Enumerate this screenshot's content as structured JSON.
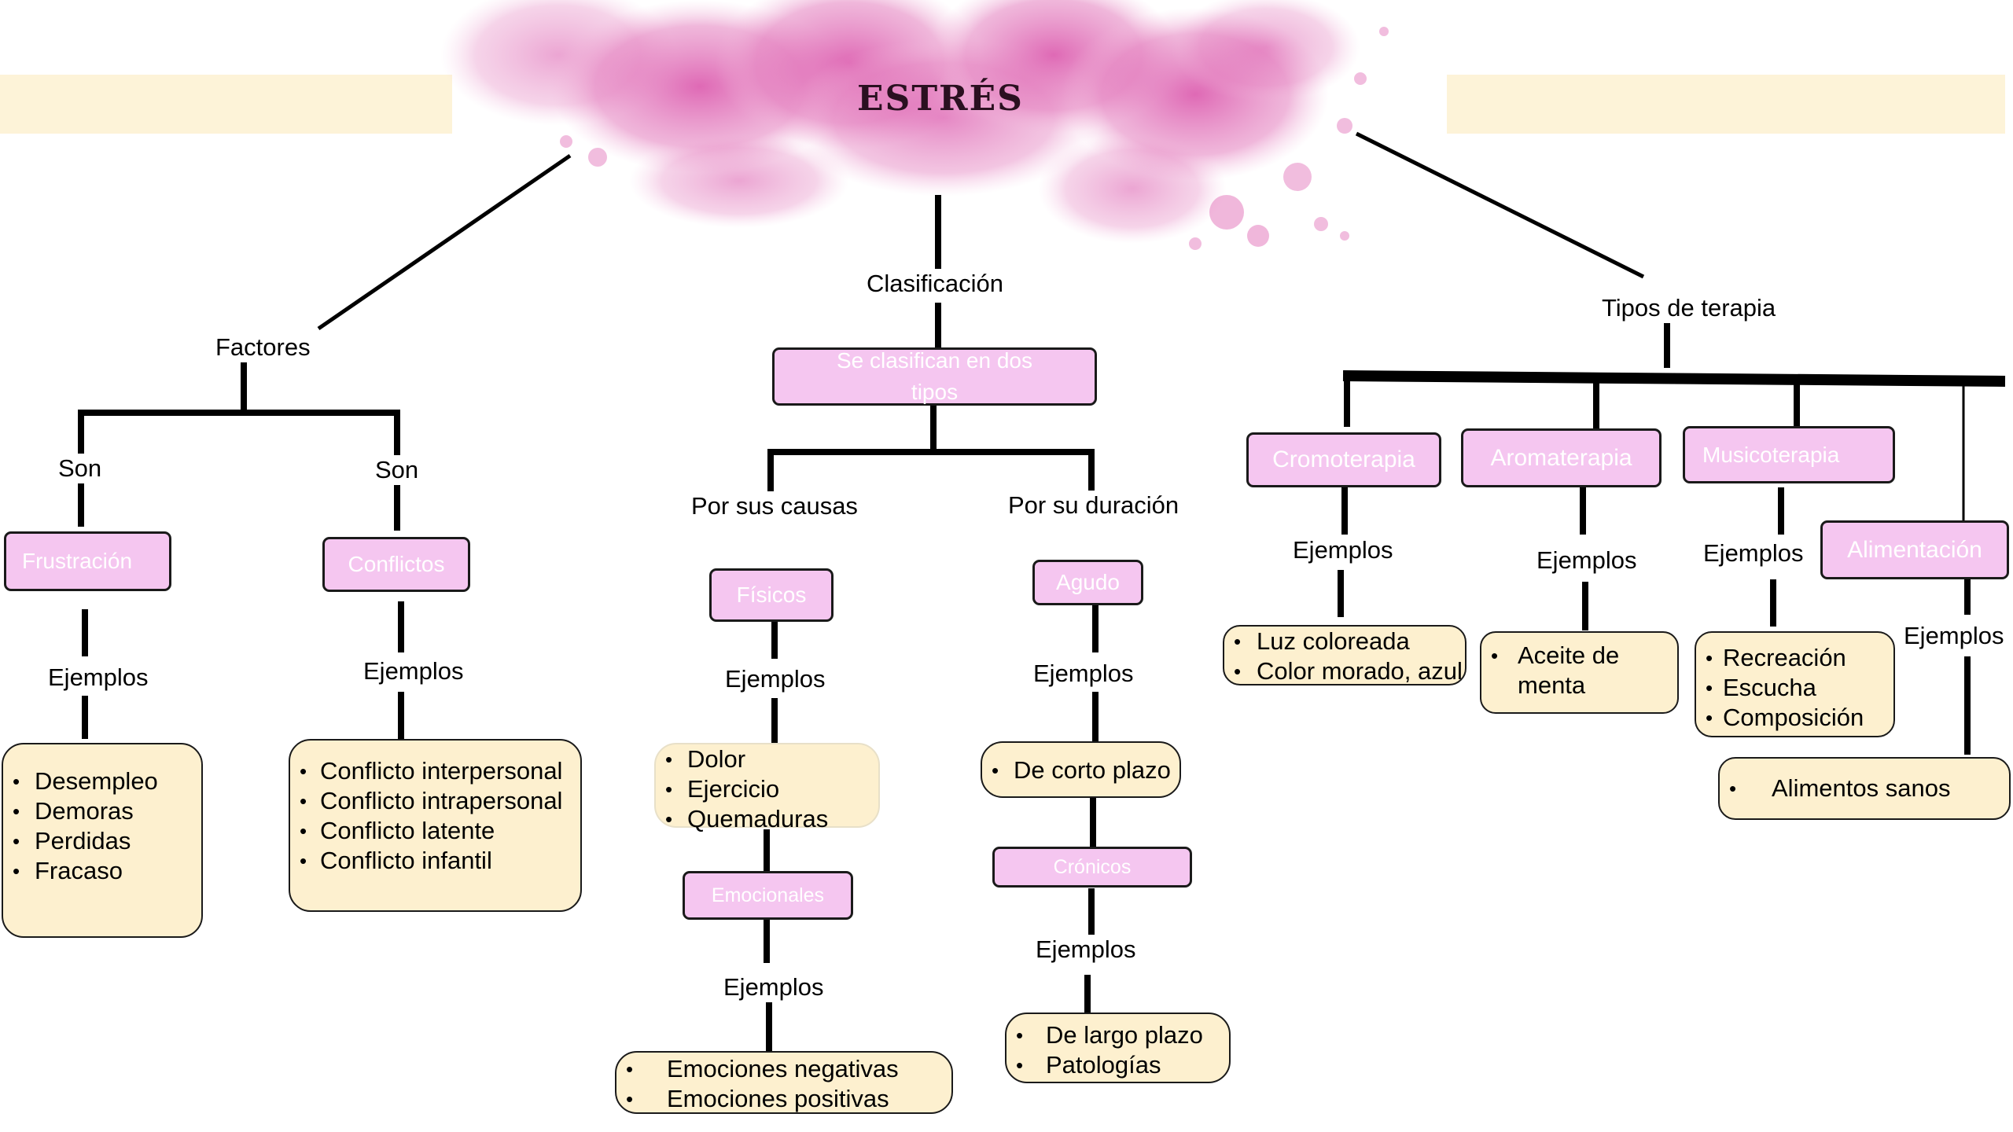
{
  "title": "ESTRÉS",
  "colors": {
    "node_fill": "#f5c6f0",
    "example_fill": "#fdf0cf",
    "splash": "#d94fa8",
    "band": "#fdf3d8"
  },
  "left": {
    "branch_label": "Factores",
    "son_1": "Son",
    "son_2": "Son",
    "frustracion": {
      "node": "Frustración",
      "ejemplos": "Ejemplos",
      "items": [
        "Desempleo",
        "Demoras",
        "Perdidas",
        "Fracaso"
      ]
    },
    "conflictos": {
      "node": "Conflictos",
      "ejemplos": "Ejemplos",
      "items": [
        "Conflicto interpersonal",
        "Conflicto intrapersonal",
        "Conflicto latente",
        "Conflicto infantil"
      ]
    }
  },
  "center": {
    "branch_label": "Clasificación",
    "node": "Se clasifican en dos tipos",
    "causas": {
      "label": "Por sus causas",
      "fisicos": {
        "node": "Físicos",
        "ejemplos": "Ejemplos",
        "items": [
          "Dolor",
          "Ejercicio",
          "Quemaduras"
        ]
      },
      "emocionales": {
        "node": "Emocionales",
        "ejemplos": "Ejemplos",
        "items": [
          "Emociones negativas",
          "Emociones positivas"
        ]
      }
    },
    "duracion": {
      "label": "Por su duración",
      "agudo": {
        "node": "Agudo",
        "ejemplos": "Ejemplos",
        "items": [
          "De corto plazo"
        ]
      },
      "cronicos": {
        "node": "Crónicos",
        "ejemplos": "Ejemplos",
        "items": [
          "De largo plazo",
          "Patologías"
        ]
      }
    }
  },
  "right": {
    "branch_label": "Tipos de terapia",
    "cromoterapia": {
      "node": "Cromoterapia",
      "ejemplos": "Ejemplos",
      "items": [
        "Luz coloreada",
        "Color morado, azul"
      ]
    },
    "aromaterapia": {
      "node": "Aromaterapia",
      "ejemplos": "Ejemplos",
      "items": [
        "Aceite de menta"
      ]
    },
    "musicoterapia": {
      "node": "Musicoterapia",
      "ejemplos": "Ejemplos",
      "items": [
        "Recreación",
        "Escucha",
        "Composición"
      ]
    },
    "alimentacion": {
      "node": "Alimentación",
      "ejemplos": "Ejemplos",
      "items": [
        "Alimentos sanos"
      ]
    }
  }
}
